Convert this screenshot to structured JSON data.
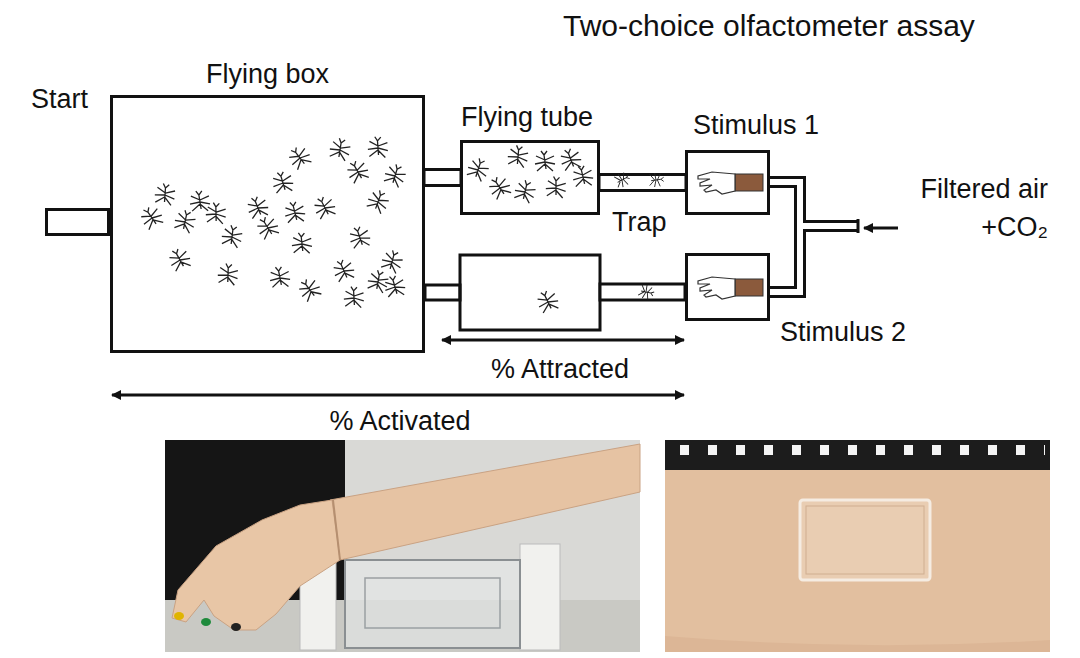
{
  "diagram": {
    "title": "Two-choice olfactometer assay",
    "nodes": [
      {
        "text": [
          "Start"
        ]
      },
      {
        "text": [
          "Flying box"
        ]
      },
      {
        "text": [
          "Flying tube"
        ]
      },
      {
        "text": [
          "Stimulus 1"
        ]
      },
      {
        "text": [
          "Stimulus 2"
        ]
      }
    ],
    "edges": [
      {
        "from": 1,
        "to": 2,
        "arrow": "none"
      },
      {
        "from": 2,
        "to": 3,
        "arrow": "none"
      }
    ],
    "labels": [
      "Trap",
      "% Attracted",
      "% Activated",
      "Filtered air +CO₂"
    ]
  }
}
